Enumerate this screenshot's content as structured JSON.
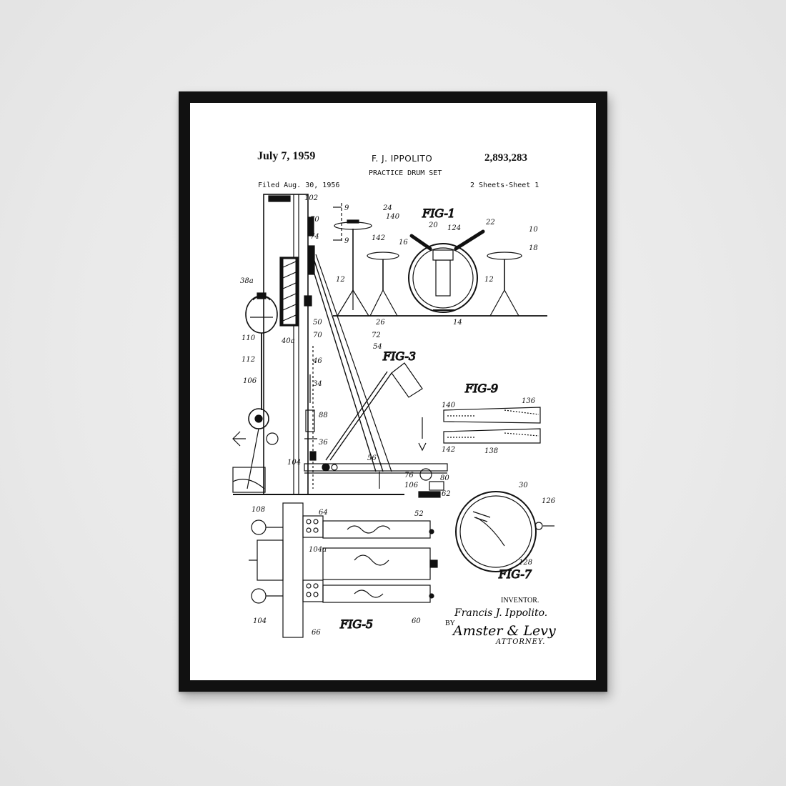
{
  "patent": {
    "date": "July 7, 1959",
    "inventor": "F. J. IPPOLITO",
    "number": "2,893,283",
    "title": "PRACTICE DRUM SET",
    "filed": "Filed Aug. 30, 1956",
    "sheets": "2 Sheets-Sheet 1"
  },
  "signatures": {
    "inventor_label": "INVENTOR.",
    "inventor_name": "Francis J. Ippolito.",
    "by": "BY",
    "attorney_name": "Amster & Levy",
    "attorney_label": "ATTORNEY."
  },
  "figures": {
    "fig1": "FIG-1",
    "fig3": "FIG-3",
    "fig5": "FIG-5",
    "fig7": "FIG-7",
    "fig9": "FIG-9"
  },
  "labels": {
    "l102": "102",
    "l70": "70",
    "l74": "74",
    "l9a": "9",
    "l9b": "9",
    "l24": "24",
    "l140": "140",
    "l20": "20",
    "l124": "124",
    "l22": "22",
    "l10": "10",
    "l142": "142",
    "l16": "16",
    "l18": "18",
    "l12a": "12",
    "l12b": "12",
    "l38a": "38a",
    "l50": "50",
    "l70b": "70",
    "l110": "110",
    "l40a": "40a",
    "l26": "26",
    "l14": "14",
    "l72": "72",
    "l54": "54",
    "l112": "112",
    "l46": "46",
    "l34": "34",
    "l106": "106",
    "l88": "88",
    "l56": "56",
    "l104": "104",
    "l36": "36",
    "l136": "136",
    "l140b": "140",
    "l142b": "142",
    "l138": "138",
    "l76": "76",
    "l80": "80",
    "l106b": "106",
    "l62": "62",
    "l108": "108",
    "l64": "64",
    "l52": "52",
    "l30": "30",
    "l126": "126",
    "l128": "128",
    "l104a": "104a",
    "l60": "60",
    "l66": "66",
    "l104b": "104"
  },
  "colors": {
    "wall": "#e9e9e9",
    "frame": "#111111",
    "paper": "#ffffff",
    "ink": "#111111"
  }
}
